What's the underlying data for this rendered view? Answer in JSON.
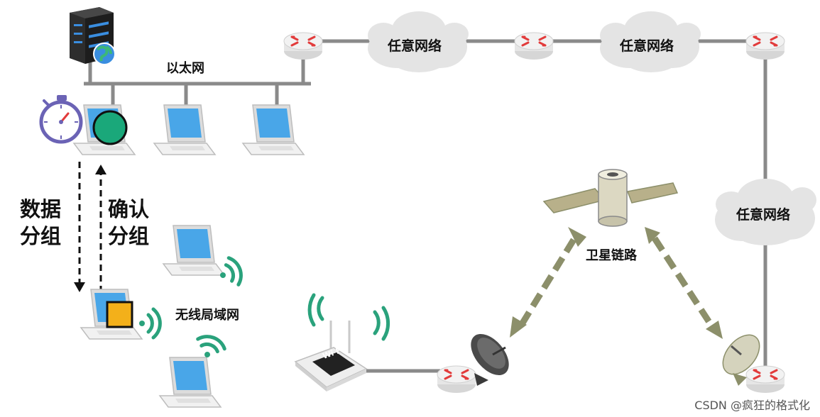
{
  "labels": {
    "ethernet": "以太网",
    "cloud": "任意网络",
    "data_packet_line1": "数据",
    "data_packet_line2": "分组",
    "ack_packet_line1": "确认",
    "ack_packet_line2": "分组",
    "wlan": "无线局域网",
    "satellite_link": "卫星链路",
    "wifi_line1": "Wi",
    "wifi_line2": "Fi"
  },
  "watermark": "CSDN @疯狂的格式化",
  "colors": {
    "line": "#8a8a8a",
    "cloud": "#e4e4e4",
    "router_body": "#eeeeee",
    "router_arrow": "#e23b3b",
    "laptop_screen": "#49a6e8",
    "wireless": "#2aa27c",
    "data_circle": "#1aa87a",
    "ack_square": "#f3b01a",
    "stopwatch": "#6b63b5",
    "satellite_arrow": "#8c8f6a",
    "server_globe": "#3a8ee0"
  }
}
